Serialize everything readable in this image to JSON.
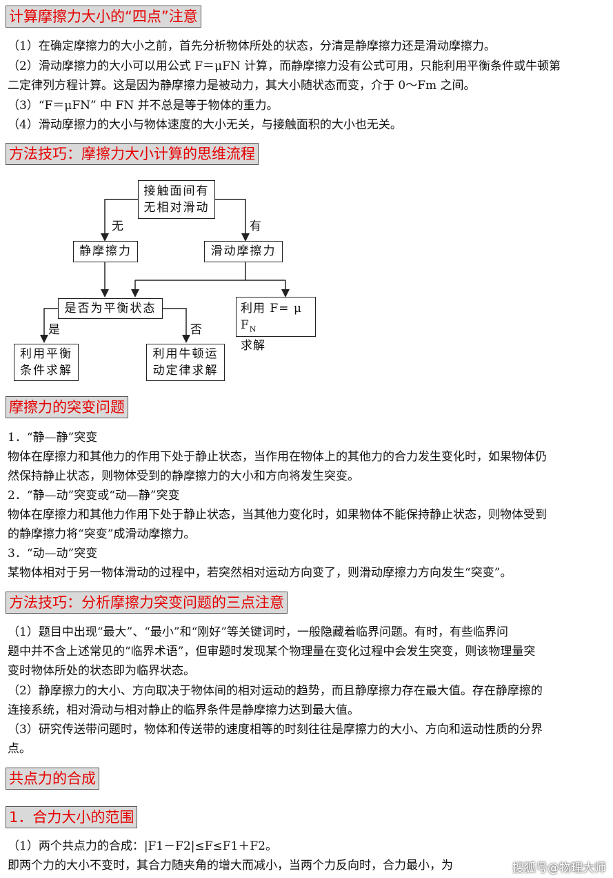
{
  "section1": {
    "heading": "计算摩擦力大小的“四点”注意",
    "lines": [
      "（1）在确定摩擦力的大小之前，首先分析物体所处的状态，分清是静摩擦力还是滑动摩擦力。",
      "（2）滑动摩擦力的大小可以用公式 F＝μFN 计算，而静摩擦力没有公式可用，只能利用平衡条件或牛顿第",
      "二定律列方程计算。这是因为静摩擦力是被动力，其大小随状态而变，介于 0～Fm 之间。",
      "（3）“F＝μFN” 中 FN 并不总是等于物体的重力。",
      "（4）滑动摩擦力的大小与物体速度的大小无关，与接触面积的大小也无关。"
    ]
  },
  "section2": {
    "heading": "方法技巧：摩擦力大小计算的思维流程",
    "flow": {
      "top": [
        "接触面间有",
        "无相对滑动"
      ],
      "left_branch": "无",
      "right_branch": "有",
      "static": "静摩擦力",
      "sliding": "滑动摩擦力",
      "balance": "是否为平衡状态",
      "formula": [
        "利用 F= μ F",
        "N",
        "求解"
      ],
      "yes": "是",
      "no": "否",
      "eq_balance": [
        "利用平衡",
        "条件求解"
      ],
      "newton": [
        "利用牛顿运",
        "动定律求解"
      ]
    }
  },
  "section3": {
    "heading": "摩擦力的突变问题",
    "lines": [
      "1．“静—静”突变",
      "物体在摩擦力和其他力的作用下处于静止状态，当作用在物体上的其他力的合力发生变化时，如果物体仍",
      "然保持静止状态，则物体受到的静摩擦力的大小和方向将发生突变。",
      "2．“静—动”突变或“动—静”突变",
      "物体在摩擦力和其他力作用下处于静止状态，当其他力变化时，如果物体不能保持静止状态，则物体受到",
      "的静摩擦力将“突变”成滑动摩擦力。",
      "3．“动—动”突变",
      "某物体相对于另一物体滑动的过程中，若突然相对运动方向变了，则滑动摩擦力方向发生“突变”。"
    ]
  },
  "section4": {
    "heading": "方法技巧：分析摩擦力突变问题的三点注意",
    "lines": [
      "（1）题目中出现“最大”、“最小”和“刚好”等关键词时，一般隐藏着临界问题。有时，有些临界问",
      "题中并不含上述常见的“临界术语”，但审题时发现某个物理量在变化过程中会发生突变，则该物理量突",
      "变时物体所处的状态即为临界状态。",
      "（2）静摩擦力的大小、方向取决于物体间的相对运动的趋势，而且静摩擦力存在最大值。存在静摩擦的",
      "连接系统，相对滑动与相对静止的临界条件是静摩擦力达到最大值。",
      "（3）研究传送带问题时，物体和传送带的速度相等的时刻往往是摩擦力的大小、方向和运动性质的分界",
      "点。"
    ]
  },
  "section5": {
    "heading": "共点力的合成"
  },
  "section6": {
    "heading": "1．合力大小的范围",
    "lines": [
      "（1）两个共点力的合成：|F1－F2|≤F≤F1＋F2。",
      "即两个力的大小不变时，其合力随夹角的增大而减小，当两个力反向时，合力最小，为"
    ]
  },
  "watermark": "搜狐号@物理大师"
}
